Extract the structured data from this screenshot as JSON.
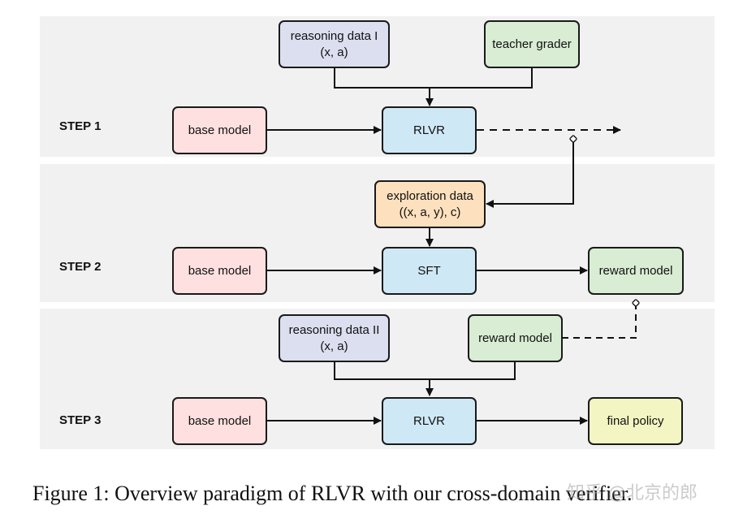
{
  "steps": {
    "step1": "STEP 1",
    "step2": "STEP 2",
    "step3": "STEP 3"
  },
  "step1": {
    "data_line1": "reasoning data I",
    "data_line2": "(x, a)",
    "grader": "teacher grader",
    "base": "base model",
    "rlvr": "RLVR"
  },
  "step2": {
    "data_line1": "exploration data",
    "data_line2": "((x, a, y), c)",
    "base": "base model",
    "sft": "SFT",
    "reward": "reward model"
  },
  "step3": {
    "data_line1": "reasoning data II",
    "data_line2": "(x, a)",
    "reward": "reward model",
    "base": "base model",
    "rlvr": "RLVR",
    "final": "final policy"
  },
  "caption": "Figure 1: Overview paradigm of RLVR with our cross-domain verifier.",
  "watermark": "知乎 @北京的郎",
  "colors": {
    "base_model": "#fde0df",
    "process": "#cfe8f5",
    "data": "#dcdff0",
    "grader": "#d9ecd4",
    "exploration": "#fde0bd",
    "final": "#f3f5c2"
  }
}
